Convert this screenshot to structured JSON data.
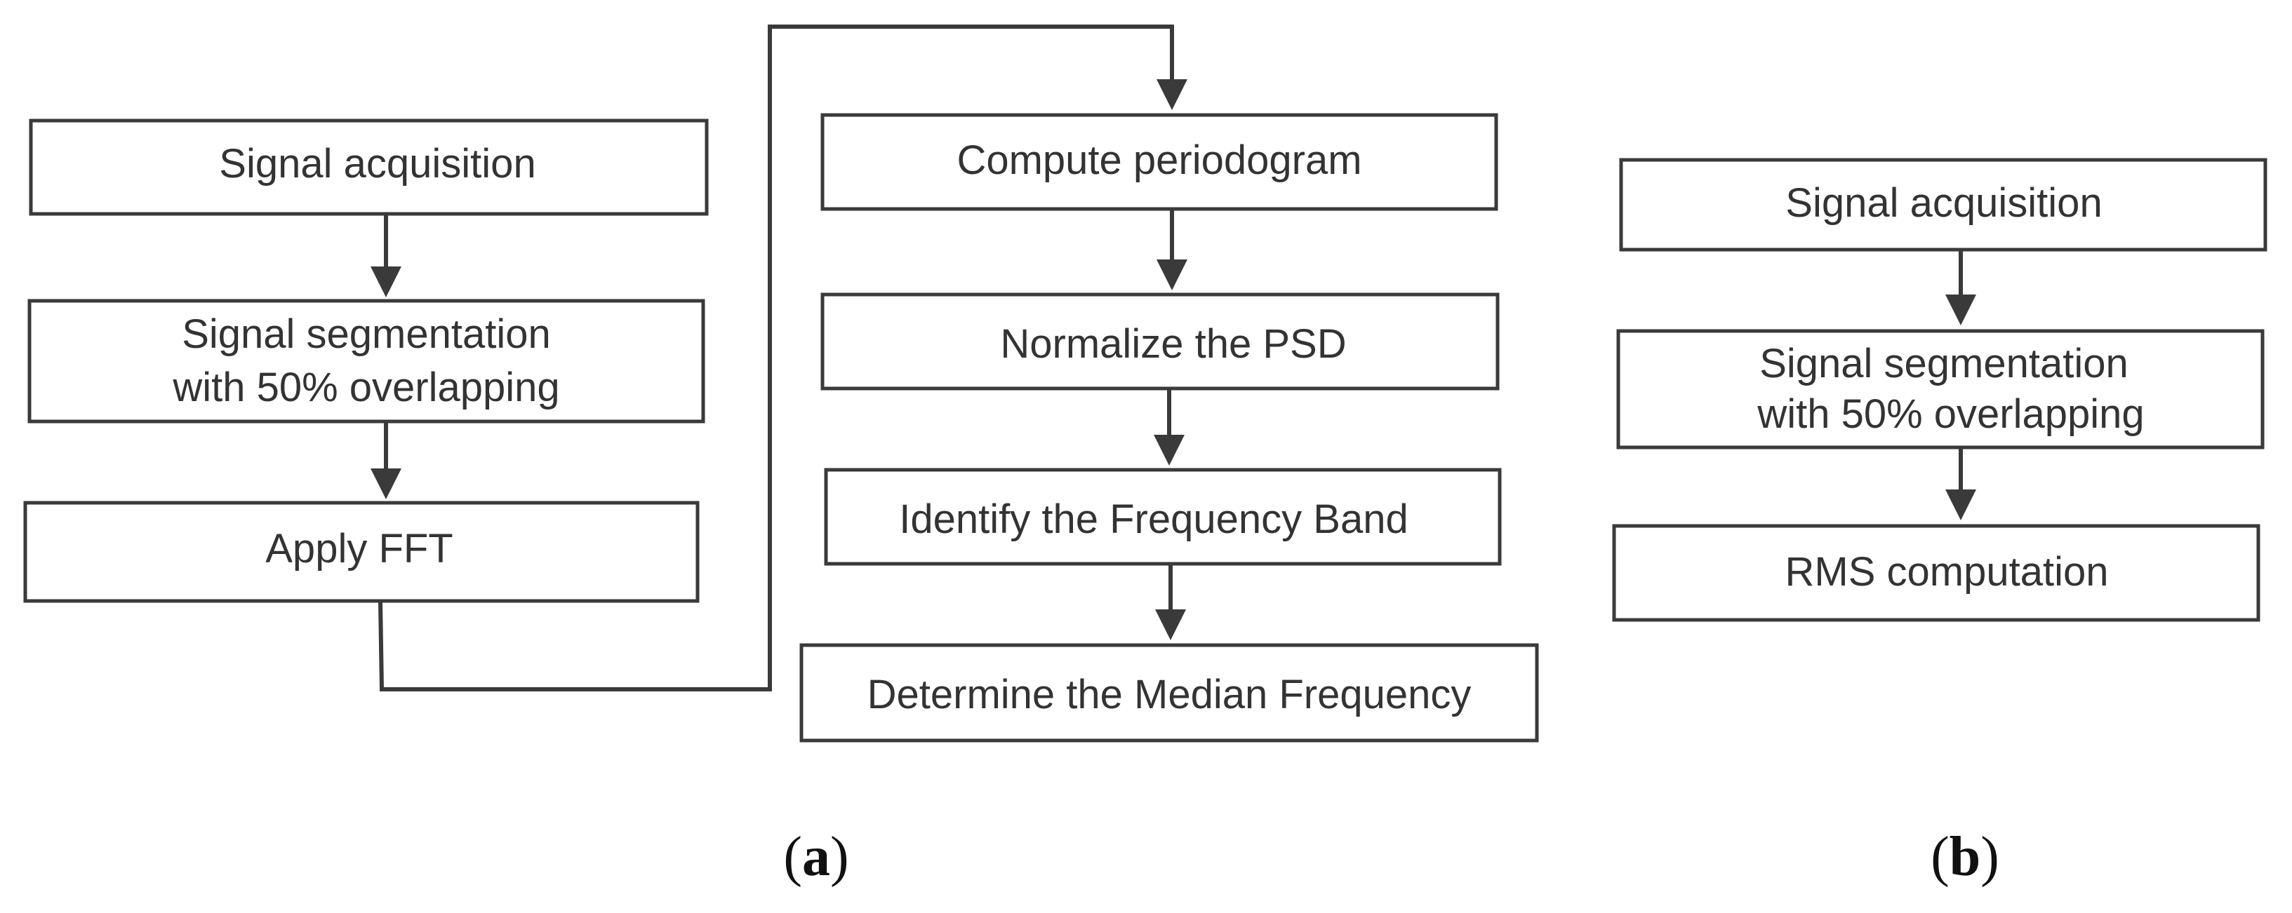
{
  "panel_a": {
    "label_open": "(",
    "label_letter": "a",
    "label_close": ")",
    "steps": [
      "Signal acquisition",
      "Signal segmentation",
      "with 50% overlapping",
      "Apply FFT",
      "Compute periodogram",
      "Normalize the PSD",
      "Identify the Frequency Band",
      "Determine the Median Frequency"
    ]
  },
  "panel_b": {
    "label_open": "(",
    "label_letter": "b",
    "label_close": ")",
    "steps": [
      "Signal acquisition",
      "Signal segmentation",
      "with 50% overlapping",
      "RMS computation"
    ]
  },
  "colors": {
    "stroke": "#3a3a3a",
    "text": "#333333",
    "background": "#ffffff"
  }
}
